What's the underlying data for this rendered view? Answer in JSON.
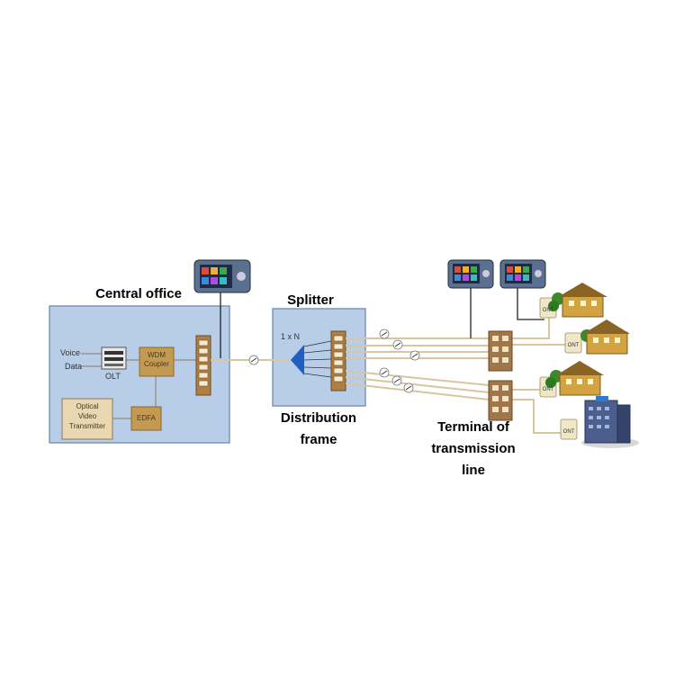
{
  "labels": {
    "central_office": "Central office",
    "splitter": "Splitter",
    "distribution_frame_line1": "Distribution",
    "distribution_frame_line2": "frame",
    "terminal_line1": "Terminal of",
    "terminal_line2": "transmission",
    "terminal_line3": "line"
  },
  "central_office_items": {
    "voice": "Voice",
    "data": "Data",
    "olt": "OLT",
    "wdm_line1": "WDM",
    "wdm_line2": "Coupler",
    "edfa": "EDFA",
    "video_line1": "Optical",
    "video_line2": "Video",
    "video_line3": "Transmitter"
  },
  "splitter_ratio": "1 x N",
  "ont_label": "ONT",
  "colors": {
    "office_fill": "#b8cde8",
    "office_stroke": "#7f95b5",
    "module_fill": "#c49a52",
    "fiber": "#d9c6a0",
    "splitter_triangle": "#1f5fbf",
    "house": "#d3a341"
  }
}
